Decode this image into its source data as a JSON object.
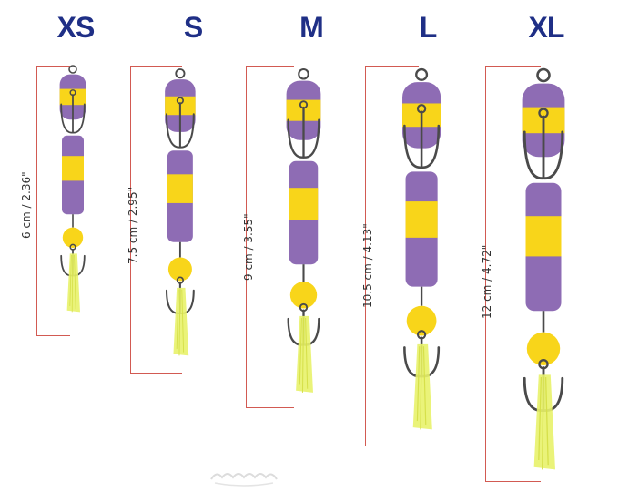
{
  "lures": [
    {
      "size": "XS",
      "measurement": "6 cm / 2.36\""
    },
    {
      "size": "S",
      "measurement": "7.5 cm / 2.95\""
    },
    {
      "size": "M",
      "measurement": "9 cm / 3.55\""
    },
    {
      "size": "L",
      "measurement": "10.5 cm / 4.13\""
    },
    {
      "size": "XL",
      "measurement": "12 cm / 4.72\""
    }
  ],
  "colors": {
    "label": "#1f2f86",
    "bracket": "#d25a52",
    "purple": "#8e6cb4",
    "yellow": "#f8d51a",
    "tail": "#e8f26a",
    "hook": "#4a4a4a"
  },
  "icons": [
    "treble-hook-icon",
    "foam-body-icon",
    "bead-icon",
    "tail-icon",
    "watermark-logo-icon"
  ]
}
